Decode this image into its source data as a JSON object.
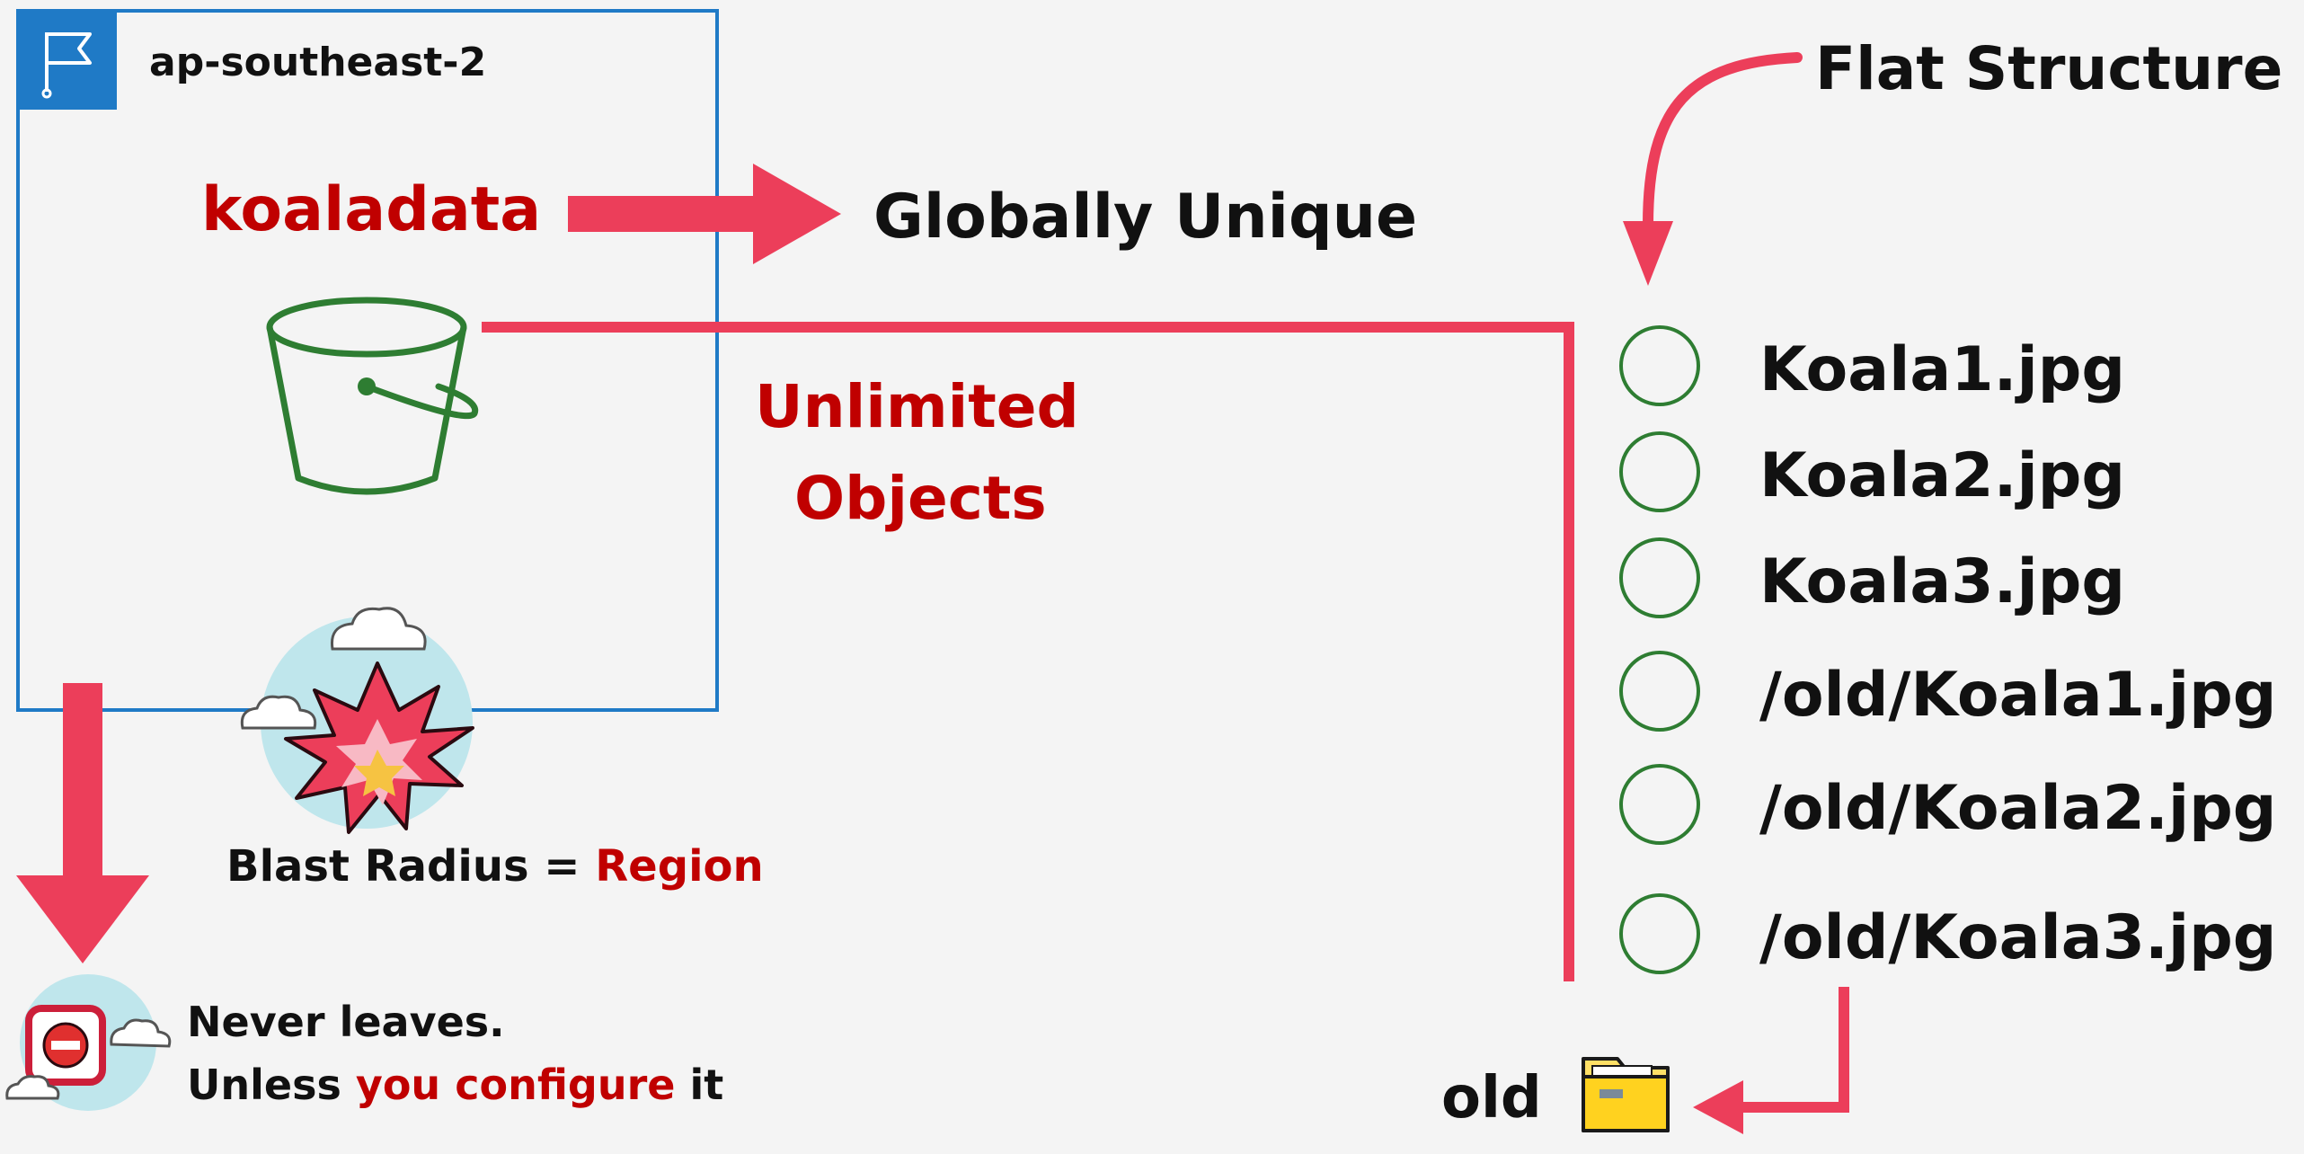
{
  "region": {
    "label": "ap-southeast-2",
    "icon": "flag-icon",
    "accent_color": "#1f7ac6"
  },
  "bucket": {
    "name": "koaladata",
    "icon": "bucket-icon",
    "color": "#2e7d32"
  },
  "labels": {
    "globally_unique": "Globally Unique",
    "unlimited_line1": "Unlimited",
    "unlimited_line2": "Objects",
    "flat_structure": "Flat Structure"
  },
  "blast_radius": {
    "prefix": "Blast Radius = ",
    "highlight": "Region",
    "icon": "explosion-cloud-icon"
  },
  "never_leaves": {
    "line1": "Never leaves.",
    "line2_prefix": "Unless ",
    "line2_highlight": "you configure",
    "line2_suffix": " it",
    "icon": "no-entry-cloud-icon"
  },
  "objects": [
    {
      "name": "Koala1.jpg"
    },
    {
      "name": "Koala2.jpg"
    },
    {
      "name": "Koala3.jpg"
    },
    {
      "name": "/old/Koala1.jpg"
    },
    {
      "name": "/old/Koala2.jpg"
    },
    {
      "name": "/old/Koala3.jpg"
    }
  ],
  "folder": {
    "label": "old",
    "icon": "folder-icon"
  },
  "colors": {
    "arrow": "#ec3e5a",
    "highlight_text": "#c00000",
    "object_circle": "#2e7d32"
  }
}
